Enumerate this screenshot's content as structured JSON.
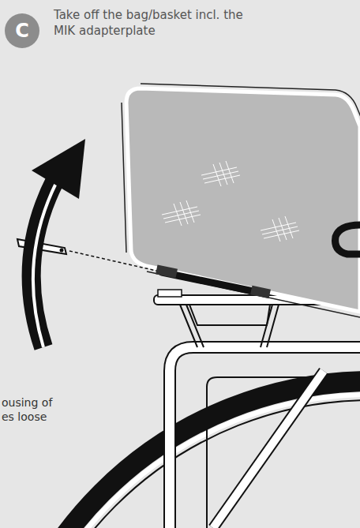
{
  "diagram": {
    "nodes": [
      {
        "text": [
          "C"
        ]
      }
    ],
    "labels": [
      "Take off the bag/basket incl. the MIK adapterplate",
      "ousing of es loose"
    ]
  }
}
